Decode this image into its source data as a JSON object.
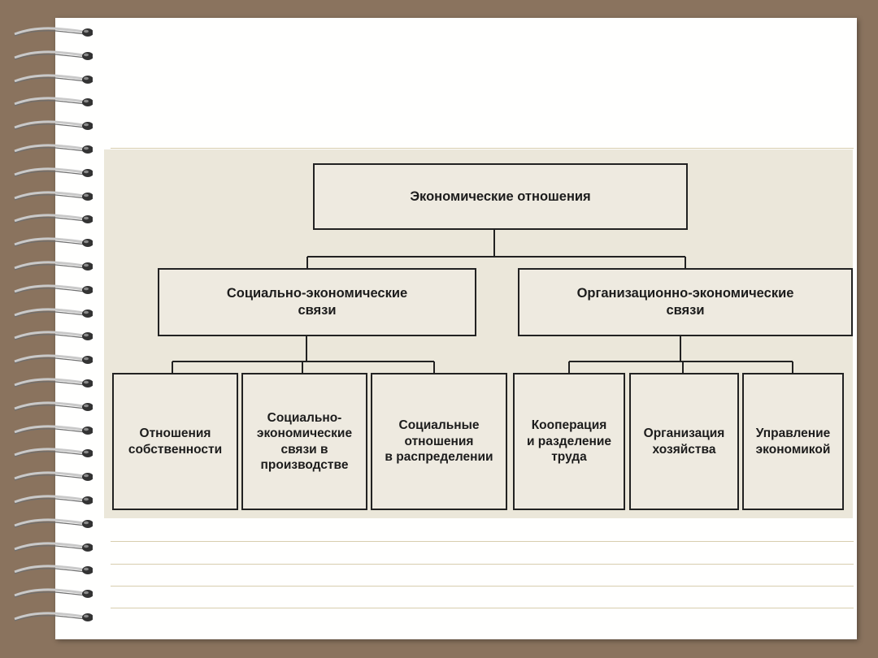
{
  "diagram": {
    "root": {
      "label": "Экономические отношения"
    },
    "left_branch": {
      "label": "Социально-экономические\nсвязи",
      "children": [
        {
          "label": "Отношения\nсобственности"
        },
        {
          "label": "Социально-\nэкономические\nсвязи в\nпроизводстве"
        },
        {
          "label": "Социальные\nотношения\nв распределении"
        }
      ]
    },
    "right_branch": {
      "label": "Организационно-экономические\nсвязи",
      "children": [
        {
          "label": "Кооперация\nи разделение\nтруда"
        },
        {
          "label": "Организация\nхозяйства"
        },
        {
          "label": "Управление\nэкономикой"
        }
      ]
    }
  },
  "colors": {
    "background": "#8a735e",
    "paper": "#fffffe",
    "scan": "#ebe7da",
    "ink": "#1c1c1c",
    "rule": "#d7cdae"
  },
  "decorations": {
    "binding_icon": "spiral-binding-icon",
    "ring_count": 26
  }
}
